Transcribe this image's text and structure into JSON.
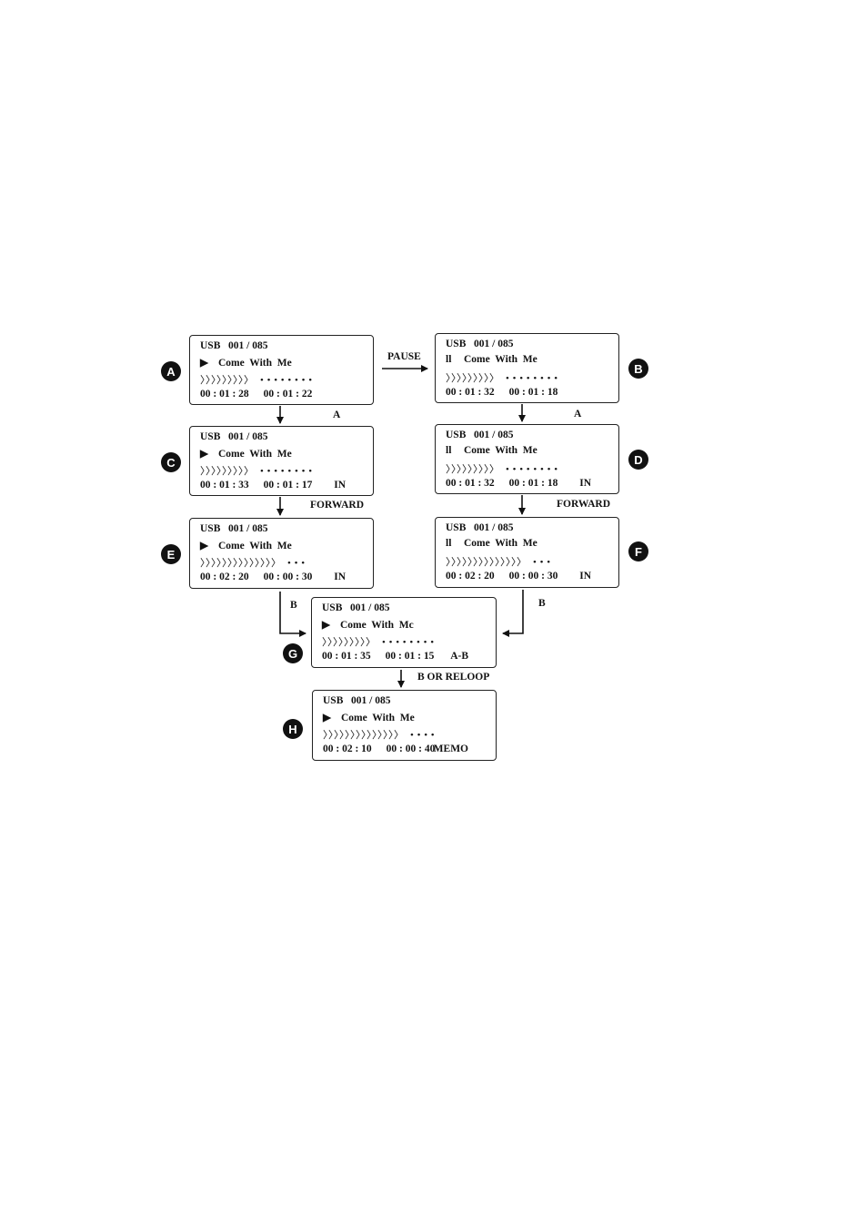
{
  "screens": [
    {
      "id": "A",
      "header": "USB   001 / 085",
      "icon": "▶",
      "title": "Come  With  Me",
      "bar": "〉〉〉〉〉〉〉〉〉  • • • • • • • •",
      "time1": "00 : 01 : 28",
      "time2": "00 : 01 : 22",
      "mode": "",
      "icon_name": "play-icon"
    },
    {
      "id": "B",
      "header": "USB   001 / 085",
      "icon": "ll",
      "title": "Come  With  Me",
      "bar": "〉〉〉〉〉〉〉〉〉  • • • • • • • •",
      "time1": "00 : 01 : 32",
      "time2": "00 : 01 : 18",
      "mode": "",
      "icon_name": "pause-icon"
    },
    {
      "id": "C",
      "header": "USB   001 / 085",
      "icon": "▶",
      "title": "Come  With  Me",
      "bar": "〉〉〉〉〉〉〉〉〉  • • • • • • • •",
      "time1": "00 : 01 : 33",
      "time2": "00 : 01 : 17",
      "mode": "IN",
      "icon_name": "play-icon"
    },
    {
      "id": "D",
      "header": "USB   001 / 085",
      "icon": "ll",
      "title": "Come  With  Me",
      "bar": "〉〉〉〉〉〉〉〉〉  • • • • • • • •",
      "time1": "00 : 01 : 32",
      "time2": "00 : 01 : 18",
      "mode": "IN",
      "icon_name": "pause-icon"
    },
    {
      "id": "E",
      "header": "USB   001 / 085",
      "icon": "▶",
      "title": "Come  With  Me",
      "bar": "〉〉〉〉〉〉〉〉〉〉〉〉〉〉  • • •",
      "time1": "00 : 02 : 20",
      "time2": "00 : 00 : 30",
      "mode": "IN",
      "icon_name": "play-icon"
    },
    {
      "id": "F",
      "header": "USB   001 / 085",
      "icon": "ll",
      "title": "Come  With  Me",
      "bar": "〉〉〉〉〉〉〉〉〉〉〉〉〉〉  • • •",
      "time1": "00 : 02 : 20",
      "time2": "00 : 00 : 30",
      "mode": "IN",
      "icon_name": "pause-icon"
    },
    {
      "id": "G",
      "header": "USB   001 / 085",
      "icon": "▶",
      "title": "Come  With  Mc",
      "bar": "〉〉〉〉〉〉〉〉〉  • • • • • • • •",
      "time1": "00 : 01 : 35",
      "time2": "00 : 01 : 15",
      "mode": "A-B",
      "icon_name": "play-icon"
    },
    {
      "id": "H",
      "header": "USB   001 / 085",
      "icon": "▶",
      "title": "Come  With  Me",
      "bar": "〉〉〉〉〉〉〉〉〉〉〉〉〉〉  • • • •",
      "time1": "00 : 02 : 10",
      "time2": "00 : 00 : 40",
      "mode": "MEMO",
      "icon_name": "play-icon"
    }
  ],
  "transitions": {
    "pause": "PAUSE",
    "a_left": "A",
    "a_right": "A",
    "forward_left": "FORWARD",
    "forward_right": "FORWARD",
    "b_left": "B",
    "b_right": "B",
    "b_or_reloop": "B  OR  RELOOP"
  }
}
